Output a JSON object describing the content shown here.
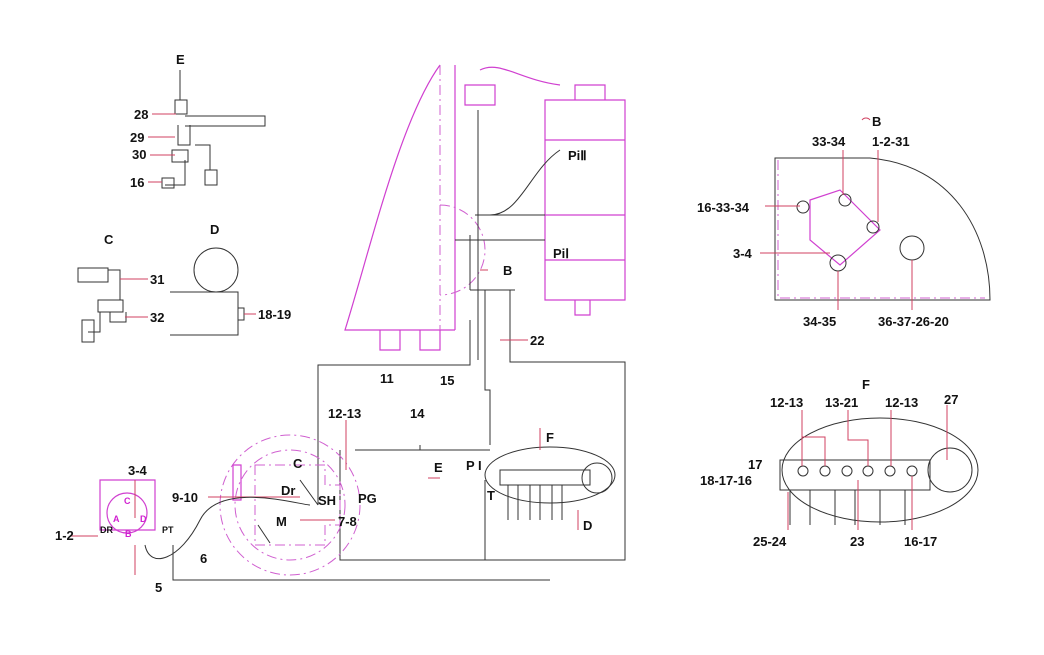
{
  "view_e": {
    "title": "E",
    "labels": [
      "28",
      "29",
      "30",
      "16"
    ]
  },
  "view_c": {
    "title": "C",
    "labels": [
      "31",
      "32"
    ]
  },
  "view_d": {
    "title": "D",
    "labels": [
      "18-19"
    ]
  },
  "main": {
    "cylinders": [
      "PiⅡ",
      "PiⅠ"
    ],
    "arrows": {
      "b": "B",
      "e": "E",
      "f": "F",
      "d": "D",
      "c": "C"
    },
    "lines": [
      "22",
      "11",
      "15",
      "14",
      "12-13",
      "9-10",
      "7-8",
      "6",
      "5",
      "3-4",
      "1-2"
    ],
    "ports": {
      "dr": "Dr",
      "sh": "SH",
      "pg": "PG",
      "m": "M",
      "pi": "P I",
      "t": "T",
      "pump_dr": "DR",
      "pump_pt": "PT"
    },
    "pump_ports": [
      "A",
      "B",
      "C",
      "D"
    ]
  },
  "view_b": {
    "title": "B",
    "labels": [
      "33-34",
      "1-2-31",
      "16-33-34",
      "3-4",
      "34-35",
      "36-37-26-20"
    ]
  },
  "view_f": {
    "title": "F",
    "labels": [
      "12-13",
      "13-21",
      "12-13",
      "27",
      "17",
      "18-17-16",
      "25-24",
      "23",
      "16-17"
    ]
  }
}
